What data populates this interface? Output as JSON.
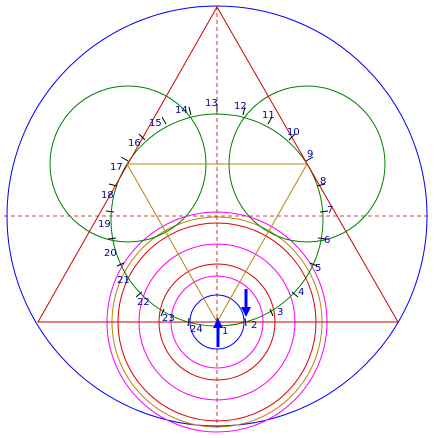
{
  "colors": {
    "outer": "#0000ff",
    "triangle": "#cc0000",
    "axis": "#cc0000",
    "green": "#008000",
    "tan": "#b8860b",
    "magenta": "#ff00ff",
    "red": "#dd0000",
    "blue": "#0000ff",
    "label": "#000099",
    "tick": "#000000"
  },
  "labels": {
    "n1": "1",
    "n2": "2",
    "n3": "3",
    "n4": "4",
    "n5": "5",
    "n6": "6",
    "n7": "7",
    "n8": "8",
    "n9": "9",
    "n10": "10",
    "n11": "11",
    "n12": "12",
    "n13": "13",
    "n14": "14",
    "n15": "15",
    "n16": "16",
    "n17": "17",
    "n18": "18",
    "n19": "19",
    "n20": "20",
    "n21": "21",
    "n22": "22",
    "n23": "23",
    "n24": "24"
  }
}
